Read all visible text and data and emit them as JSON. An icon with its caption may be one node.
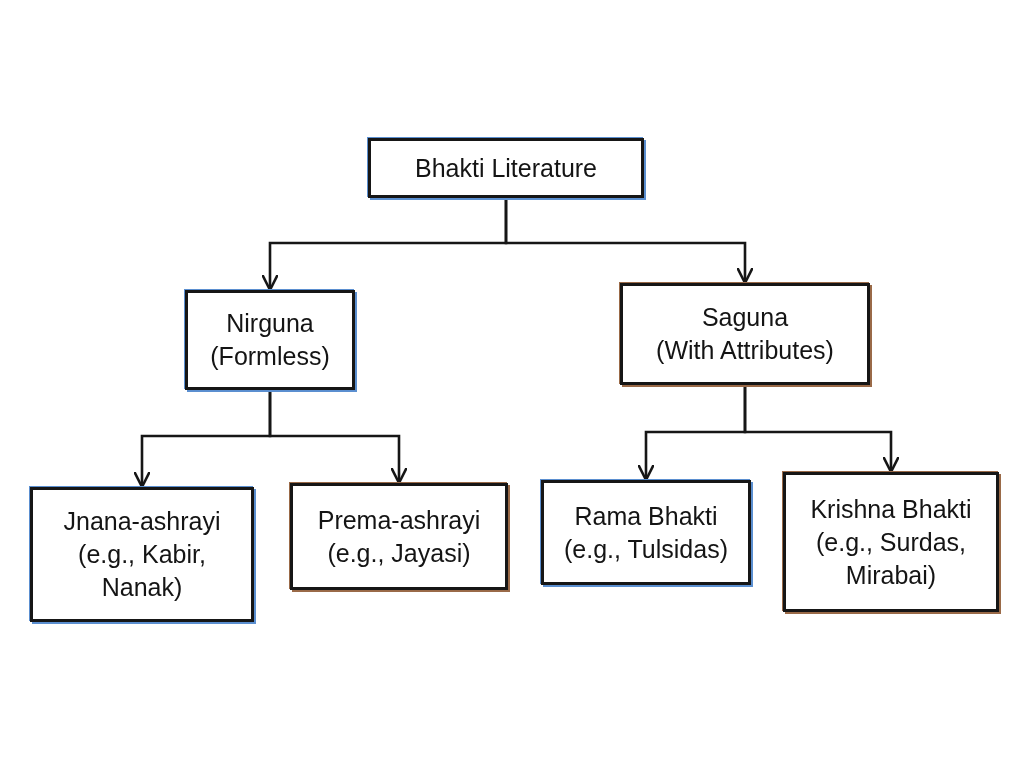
{
  "diagram": {
    "nodes": [
      {
        "text": [
          "Bhakti Literature"
        ]
      },
      {
        "text": [
          "Nirguna",
          "(Formless)"
        ]
      },
      {
        "text": [
          "Saguna",
          "(With Attributes)"
        ]
      },
      {
        "text": [
          "Jnana-ashrayi",
          "(e.g., Kabir, Nanak)"
        ]
      },
      {
        "text": [
          "Prema-ashrayi",
          "(e.g., Jayasi)"
        ]
      },
      {
        "text": [
          "Rama Bhakti",
          "(e.g., Tulsidas)"
        ]
      },
      {
        "text": [
          "Krishna Bhakti",
          "(e.g., Surdas, Mirabai)"
        ]
      }
    ],
    "edges": [
      {
        "from": 0,
        "to": 1,
        "arrow": "to"
      },
      {
        "from": 0,
        "to": 2,
        "arrow": "to"
      },
      {
        "from": 1,
        "to": 3,
        "arrow": "to"
      },
      {
        "from": 1,
        "to": 4,
        "arrow": "to"
      },
      {
        "from": 2,
        "to": 5,
        "arrow": "to"
      },
      {
        "from": 2,
        "to": 6,
        "arrow": "to"
      }
    ]
  }
}
